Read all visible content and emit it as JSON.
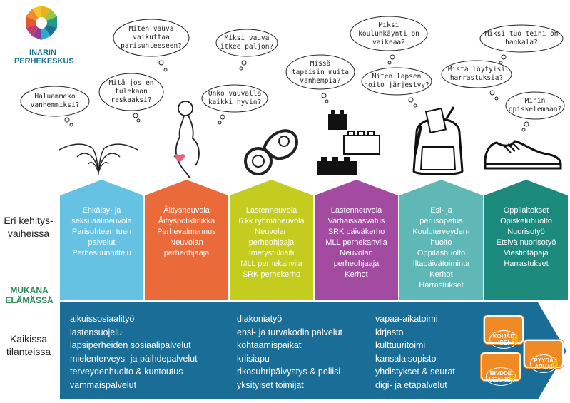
{
  "logo": {
    "text": "INARIN\nPERHEKESKUS"
  },
  "bubbles": [
    "Haluammeko\nvanhemmiksi?",
    "Mitä jos en\ntulekaan\nraskaaksi?",
    "Miten vauva\nvaikuttaa\nparisuhteeseen?",
    "Miksi vauva\nitkee paljon?",
    "Onko vauvalla\nkaikki hyvin?",
    "Missä\ntapaisin muita\nvanhempia?",
    "Miksi\nkoulunkäynti on\nvaikeaa?",
    "Miten lapsen\nhoito järjestyy?",
    "Miksi tuo teini on\nhankala?",
    "Mistä löytyisi\nharrastuksia?",
    "Mihin\nopiskelemaan?"
  ],
  "stages": [
    {
      "color": "#66c2e3",
      "text": "Ehkäisy- ja\nseksuaalineuvola\nParisuhteen tuen\npalvelut\nPerhesuunnittelu"
    },
    {
      "color": "#ea6a3a",
      "text": "Äitiysneuvola\nÄitiyspoliklinikka\nPerhevalmennus\nNeuvolan\nperheohjaaja"
    },
    {
      "color": "#c3cc1f",
      "text": "Lastenneuvola\n6 kk ryhmäneuvola\nNeuvolan\nperheohjaaja\nImetystukiäiti\nMLL perhekahvila\nSRK perhekerho"
    },
    {
      "color": "#a24ba0",
      "text": "Lastenneuvola\nVarhaiskasvatus\nSRK päiväkerho\nMLL perhekahvila\nNeuvolan\nperheohjaaja\nKerhot"
    },
    {
      "color": "#5fb8b6",
      "text": "Esi- ja\nperusopetus\nKouluterveyden-\nhuolto\nOppilashuolto\nIltapäivätoiminta\nKerhot\nHarrastukset"
    },
    {
      "color": "#1d8a7e",
      "text": "Oppilaitokset\nOpiskeluhuolto\nNuorisotyö\nEtsivä nuorisotyö\nViestintäpaja\nHarrastukset"
    }
  ],
  "labels": {
    "eri": "Eri kehitys-\nvaiheissa",
    "mukana": "MUKANA\nELÄMÄSSÄ",
    "kaikissa": "Kaikissa\ntilanteissa"
  },
  "band": {
    "color": "#1a6d96",
    "col1": [
      "aikuissosiaalityö",
      "lastensuojelu",
      "lapsiperheiden sosiaalipalvelut",
      "mielenterveys- ja päihdepalvelut",
      "terveydenhuolto & kuntoutus",
      "vammaispalvelut"
    ],
    "col2": [
      "diakoniatyö",
      "ensi- ja turvakodin palvelut",
      "kohtaamispaikat",
      "kriisiapu",
      "rikosuhripäivystys & poliisi",
      "yksityiset toimijat"
    ],
    "col3": [
      "vapaa-aikatoimi",
      "kirjasto",
      "kulttuuritoimi",
      "kansalaisopisto",
      "yhdistykset & seurat",
      "digi- ja etäpalvelut"
    ]
  },
  "badges": [
    "KOIJÂD\nISE!",
    "PYYDÄ\nAPUA!",
    "BIVDDE\nVEAHKI!"
  ]
}
